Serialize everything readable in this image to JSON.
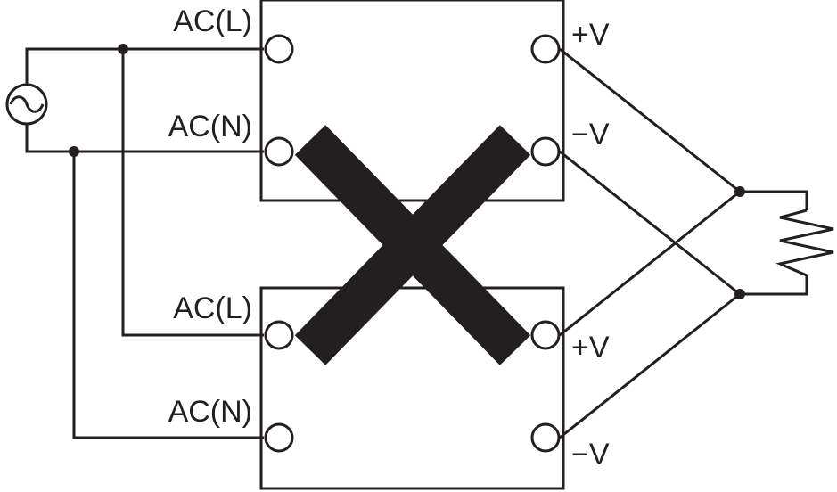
{
  "colors": {
    "ink": "#231f20",
    "background": "#ffffff"
  },
  "icons": {
    "ac_source": "ac-source-icon",
    "resistor": "resistor-icon",
    "prohibited": "x-mark-icon"
  },
  "unit_top": {
    "terminals": {
      "ac_l": "AC(L)",
      "ac_n": "AC(N)",
      "pos": "+V",
      "neg": "−V"
    }
  },
  "unit_bottom": {
    "terminals": {
      "ac_l": "AC(L)",
      "ac_n": "AC(N)",
      "pos": "+V",
      "neg": "−V"
    }
  }
}
